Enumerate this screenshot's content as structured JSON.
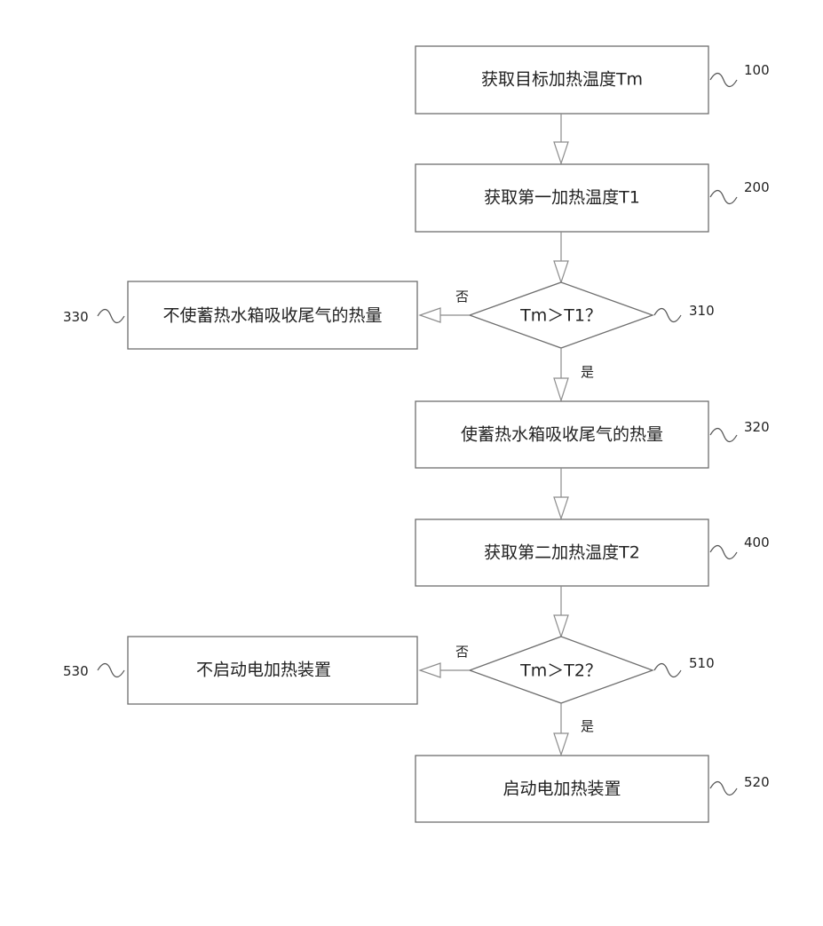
{
  "steps": {
    "s100": {
      "ref": "100",
      "text": "获取目标加热温度Tm"
    },
    "s200": {
      "ref": "200",
      "text": "获取第一加热温度T1"
    },
    "s310": {
      "ref": "310",
      "text": "Tm＞T1？"
    },
    "s320": {
      "ref": "320",
      "text": "使蓄热水箱吸收尾气的热量"
    },
    "s330": {
      "ref": "330",
      "text": "不使蓄热水箱吸收尾气的热量"
    },
    "s400": {
      "ref": "400",
      "text": "获取第二加热温度T2"
    },
    "s510": {
      "ref": "510",
      "text": "Tm＞T2？"
    },
    "s520": {
      "ref": "520",
      "text": "启动电加热装置"
    },
    "s530": {
      "ref": "530",
      "text": "不启动电加热装置"
    }
  },
  "branches": {
    "yes": "是",
    "no": "否"
  }
}
